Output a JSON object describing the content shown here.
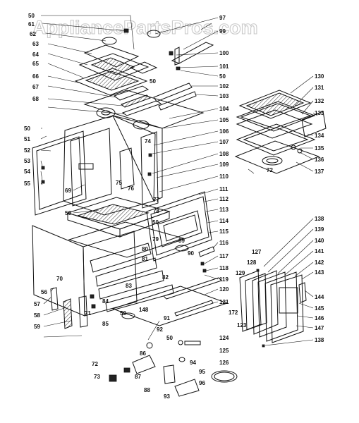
{
  "watermark": "AppliancePartsPros.com",
  "labels": {
    "l50a": "50",
    "l61": "61",
    "l62": "62",
    "l63": "63",
    "l64": "64",
    "l65": "65",
    "l66": "66",
    "l67": "67",
    "l68": "68",
    "l50b": "50",
    "l51": "51",
    "l52": "52",
    "l53": "53",
    "l54": "54",
    "l55": "55",
    "l69": "69",
    "l50c": "50",
    "l97": "97",
    "l99": "99",
    "l100": "100",
    "l101": "101",
    "l50d": "50",
    "l50e": "50",
    "l102": "102",
    "l103": "103",
    "l104": "104",
    "l105": "105",
    "l74": "74",
    "l106": "106",
    "l107": "107",
    "l108": "108",
    "l109": "109",
    "l75": "75",
    "l76": "76",
    "l77": "77",
    "l78": "78",
    "l110": "110",
    "l111": "111",
    "l112": "112",
    "l113": "113",
    "l114": "114",
    "l115": "115",
    "l50f": "50",
    "l79": "79",
    "l80": "80",
    "l81": "81",
    "l89": "89",
    "l116": "116",
    "l90": "90",
    "l117": "117",
    "l118": "118",
    "l82": "82",
    "l119": "119",
    "l83": "83",
    "l120": "120",
    "l70": "70",
    "l56": "56",
    "l57": "57",
    "l58": "58",
    "l59": "59",
    "l84": "84",
    "l71": "71",
    "l50g": "50",
    "l85": "85",
    "l148": "148",
    "l121": "121",
    "l91": "91",
    "l92": "92",
    "l50h": "50",
    "l124": "124",
    "l86": "86",
    "l125": "125",
    "l72a": "72",
    "l73": "73",
    "l87": "87",
    "l94": "94",
    "l126": "126",
    "l95": "95",
    "l96": "96",
    "l88": "88",
    "l93": "93",
    "l130": "130",
    "l131": "131",
    "l132": "132",
    "l133": "133",
    "l134": "134",
    "l135": "135",
    "l136": "136",
    "l137": "137",
    "l72b": "72",
    "l138a": "138",
    "l139": "139",
    "l140": "140",
    "l127": "127",
    "l141": "141",
    "l128": "128",
    "l142": "142",
    "l129": "129",
    "l143": "143",
    "l144": "144",
    "l145": "145",
    "l172": "172",
    "l146": "146",
    "l123": "123",
    "l147": "147",
    "l138b": "138"
  }
}
